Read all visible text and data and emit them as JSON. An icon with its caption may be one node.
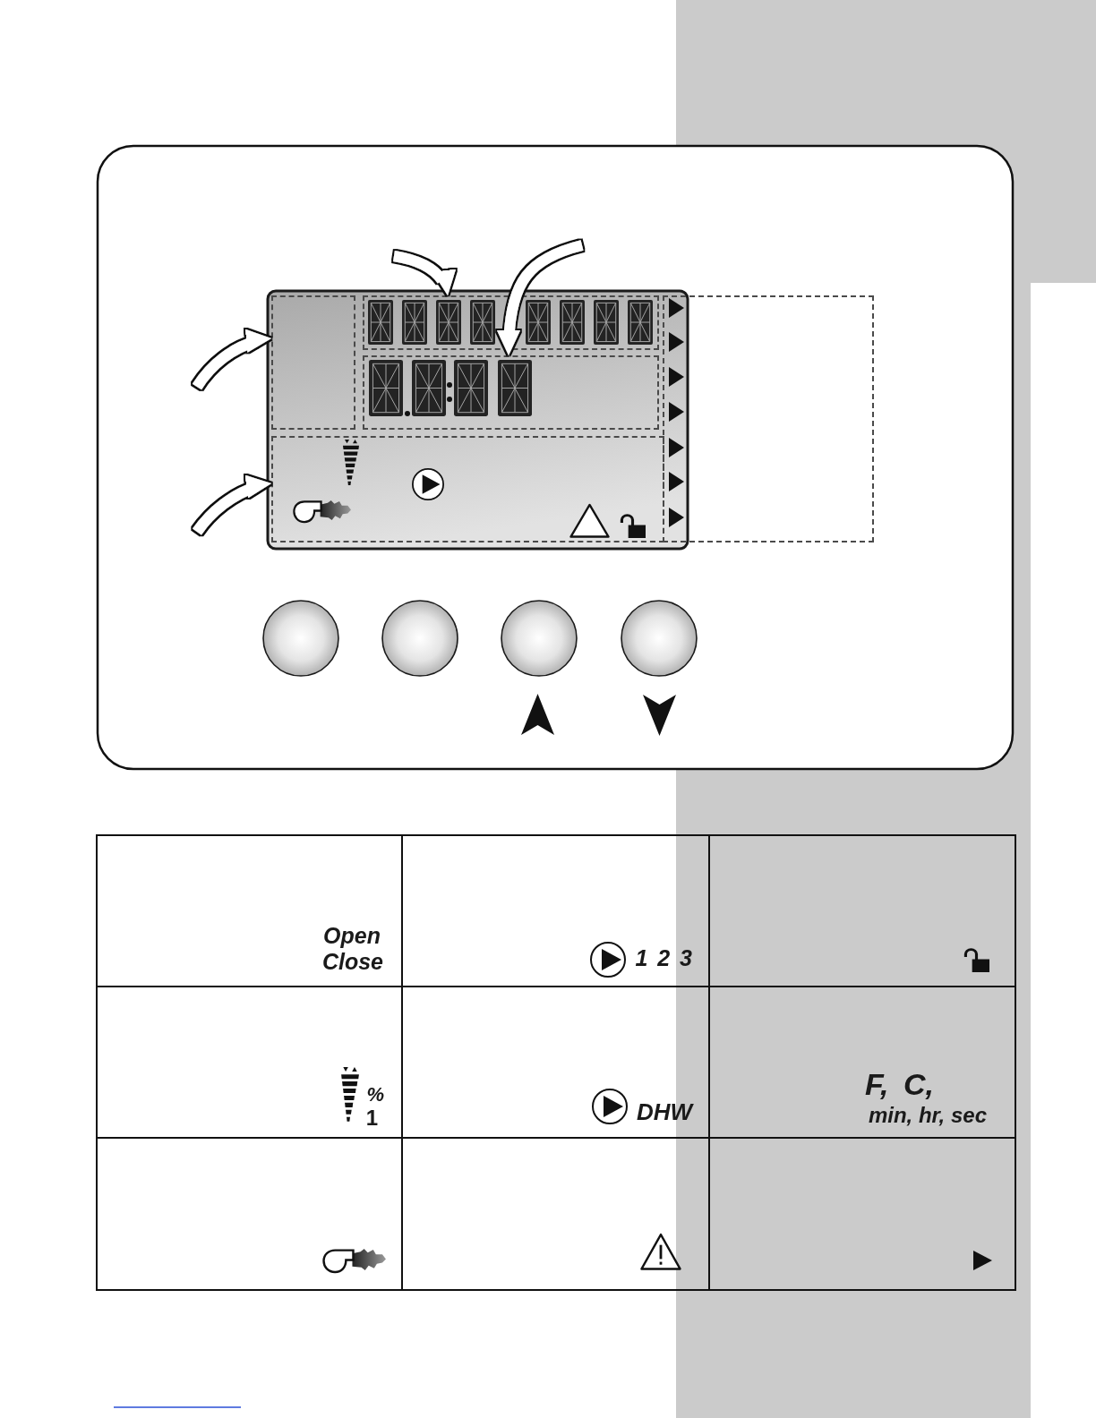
{
  "diagram": {
    "nodes": [
      {
        "text": [],
        "shape": "box"
      },
      {
        "text": [],
        "shape": "box"
      },
      {
        "text": [],
        "shape": "box"
      },
      {
        "text": [],
        "shape": "box"
      }
    ],
    "edges": [
      {
        "from": null,
        "to": 1,
        "arrow": "to"
      },
      {
        "from": null,
        "to": 2,
        "arrow": "to"
      },
      {
        "from": null,
        "to": 0,
        "arrow": "to"
      },
      {
        "from": null,
        "to": 3,
        "arrow": "to"
      }
    ],
    "labels": [
      "Open",
      "Close",
      "1 2 3",
      "%",
      "1",
      "DHW",
      "F, C,",
      "min, hr, sec"
    ]
  }
}
